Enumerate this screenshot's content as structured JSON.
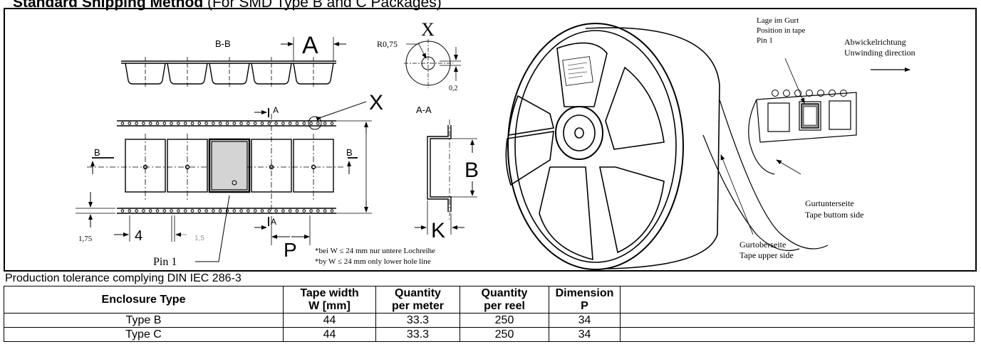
{
  "title": {
    "bold": "Standard Shipping Method",
    "rest": " (For SMD Type B and C Packages)"
  },
  "drawing": {
    "section_bb": "B-B",
    "section_aa": "A-A",
    "dim_A": "A",
    "dim_B": "B",
    "dim_K": "K",
    "dim_P": "P",
    "detail_X": "X",
    "radius": "R0,75",
    "dim_02": "0,2",
    "dim_175": "1,75",
    "dim_4": "4",
    "dim_15": "1,5",
    "section_letter_A": "A",
    "section_letter_B": "B",
    "pin1": "Pin 1",
    "note_de": "*bei W ≤ 24 mm nur untere Lochreihe",
    "note_en": "*by W ≤ 24 mm only lower hole line",
    "position_de": "Lage im Gurt",
    "position_en": "Position in tape",
    "position_pin": "Pin 1",
    "unwind_de": "Abwickelrichtung",
    "unwind_en": "Unwinding direction",
    "bottom_de": "Gurtunterseite",
    "bottom_en": "Tape buttom side",
    "upper_de": "Gurtoberseite",
    "upper_en": "Tape upper side"
  },
  "tolerance_note": "Production tolerance complying  DIN IEC 286-3",
  "table": {
    "headers": [
      [
        "Enclosure Type",
        ""
      ],
      [
        "Tape width",
        "W [mm]"
      ],
      [
        "Quantity",
        "per meter"
      ],
      [
        "Quantity",
        "per reel"
      ],
      [
        "Dimension",
        "P"
      ]
    ],
    "rows": [
      [
        "Type B",
        "44",
        "33.3",
        "250",
        "34"
      ],
      [
        "Type C",
        "44",
        "33.3",
        "250",
        "34"
      ]
    ]
  }
}
